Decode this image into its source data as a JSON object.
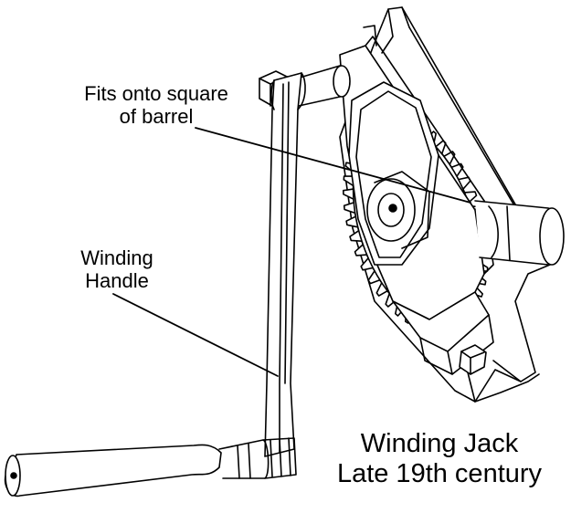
{
  "labels": {
    "fits": {
      "line1": "Fits onto square",
      "line2": "of barrel"
    },
    "handle": {
      "line1": "Winding",
      "line2": "Handle"
    },
    "title": {
      "line1": "Winding Jack",
      "line2": "Late 19th century"
    }
  },
  "colors": {
    "ink": "#000000",
    "paper": "#ffffff"
  }
}
